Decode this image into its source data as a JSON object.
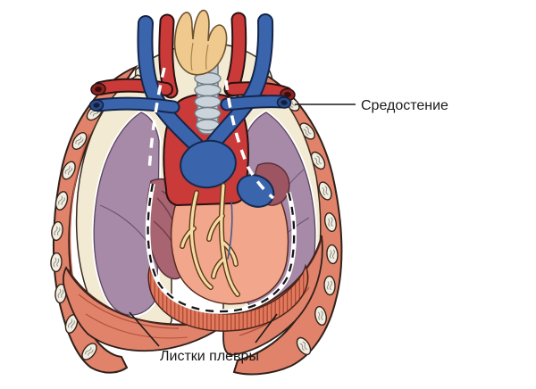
{
  "figure": {
    "kind": "anatomical-diagram",
    "subject": "Thorax cross-section showing mediastinum, heart, lungs and pleural layers",
    "labels": {
      "mediastinum": "Средостение",
      "pleura": "Листки плевры"
    }
  },
  "colors": {
    "background": "#ffffff",
    "chest_wall": "#e0836a",
    "wall_outline": "#31201a",
    "rib_bone": "#f1ede1",
    "pleura_cream": "#f2ead2",
    "lung": "#a78aa8",
    "lung_fissure": "#6d5570",
    "heart_ventricle": "#f2a78c",
    "heart_atrium": "#a86470",
    "heart_atrium_dark": "#9e5562",
    "artery_red": "#c93a38",
    "vein_blue": "#3a64ac",
    "coronary_yellow": "#f6dca4",
    "trachea_gray": "#c3cbd3",
    "thyroid_tan": "#efc98e",
    "diaphragm_striation": "#b4442f",
    "label_text": "#1a1a1a"
  }
}
